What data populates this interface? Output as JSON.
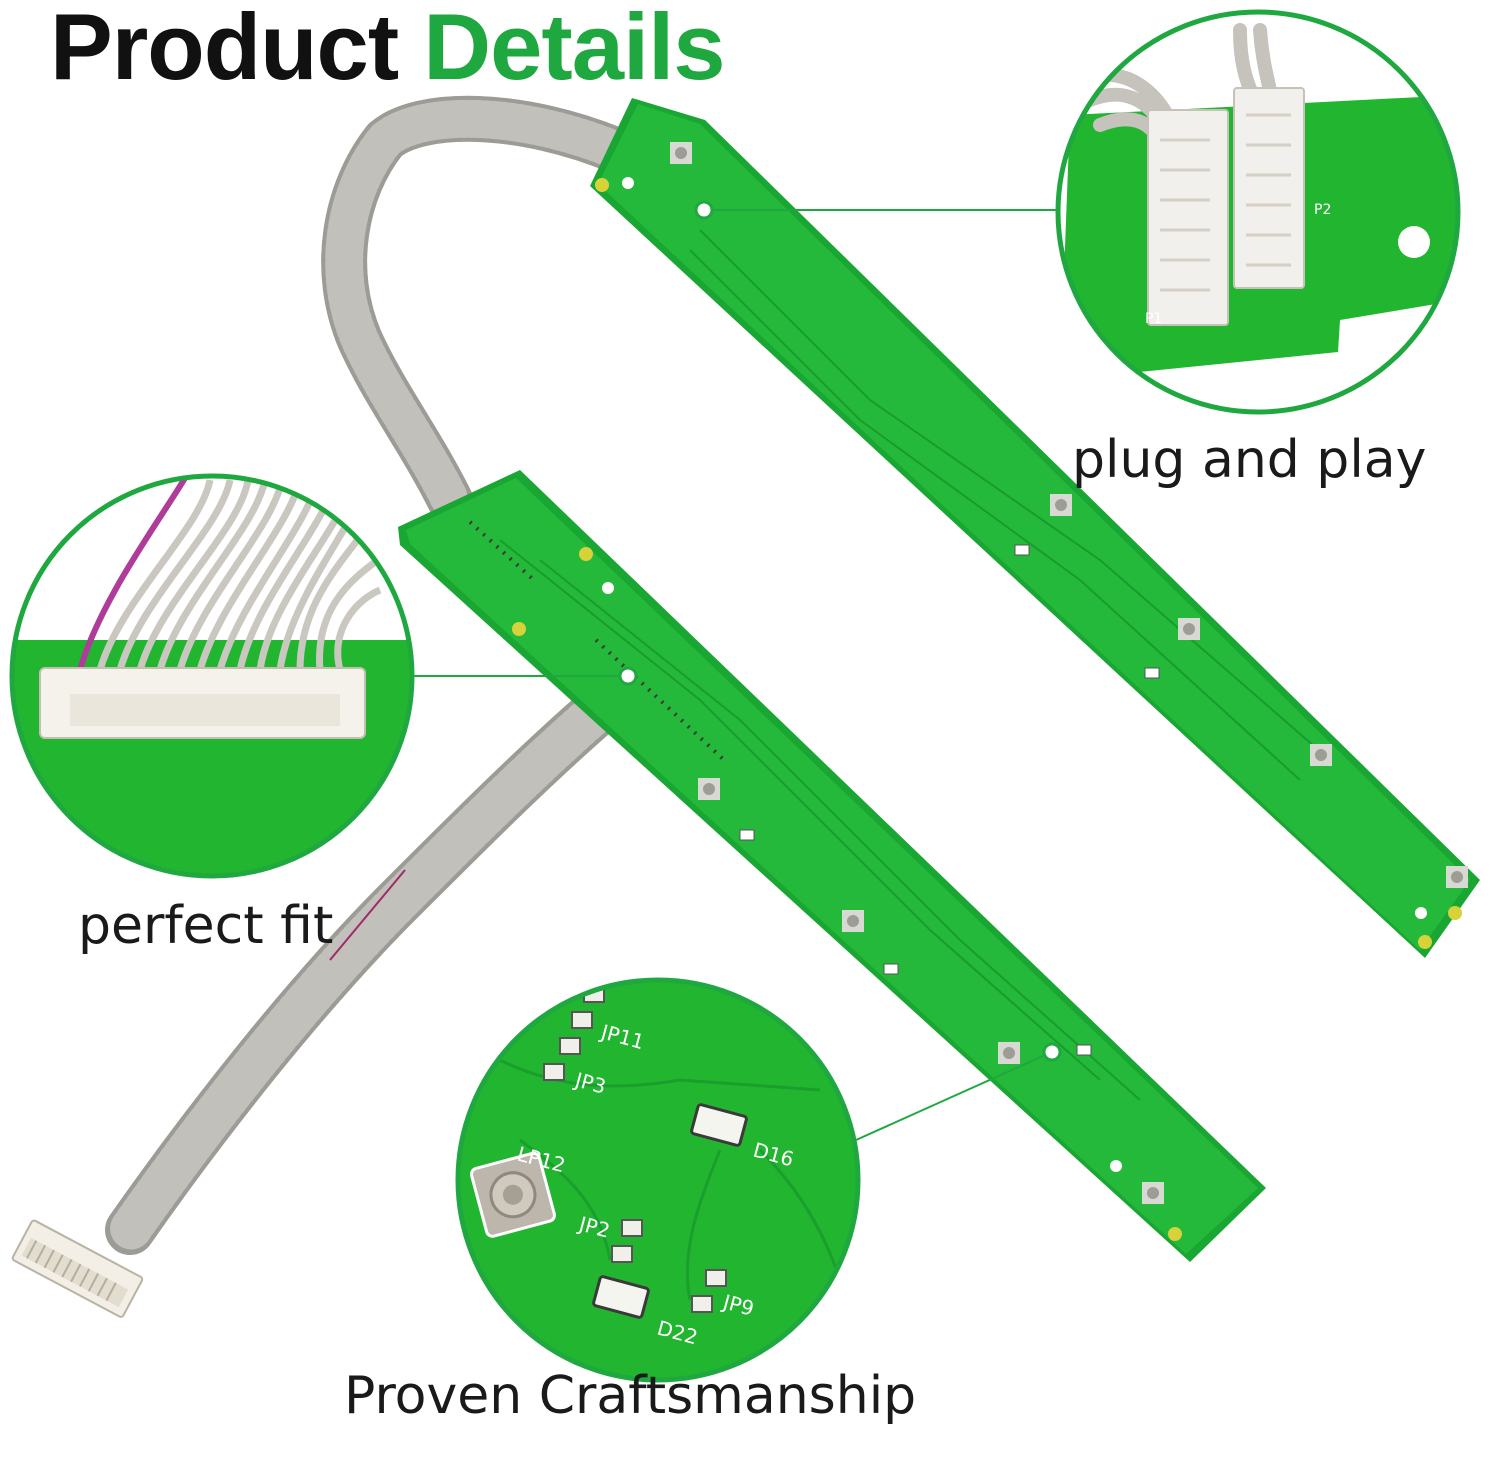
{
  "header": {
    "title_word1": "Product",
    "title_word2": "Details"
  },
  "callouts": {
    "plug": "plug and play",
    "fit": "perfect fit",
    "craft": "Proven Craftsmanship"
  },
  "board_labels": {
    "p1": "P1",
    "p2": "P2",
    "jp11": "JP11",
    "jp3": "JP3",
    "lp12": "LP12",
    "d16": "D16",
    "jp2": "JP2",
    "d22": "D22",
    "jp9": "JP9"
  },
  "colors": {
    "accent": "#1fa83f",
    "pcb": "#22b530",
    "cable": "#a9a7a2",
    "text": "#111111"
  }
}
